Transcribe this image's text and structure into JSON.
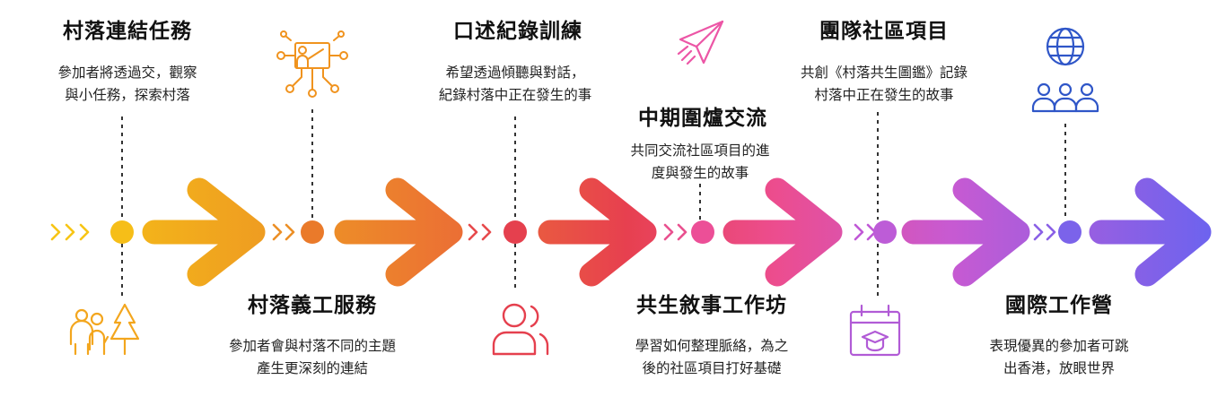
{
  "stages": [
    {
      "id": "s1",
      "title": "村落連結任務",
      "desc_lines": [
        "參加者將透過交，觀察",
        "與小任務，探索村落"
      ],
      "icon": "family-tree-icon",
      "color": "#F0B21C"
    },
    {
      "id": "s2",
      "title": "村落義工服務",
      "desc_lines": [
        "參加者會與村落不同的主題",
        "產生更深刻的連結"
      ],
      "icon": "teacher-network-icon",
      "color": "#EA7F28"
    },
    {
      "id": "s3",
      "title": "口述紀錄訓練",
      "desc_lines": [
        "希望透過傾聽與對話，",
        "紀錄村落中正在發生的事"
      ],
      "icon": "users-icon",
      "color": "#E5484F"
    },
    {
      "id": "s4",
      "title": "中期圍爐交流",
      "desc_lines": [
        "共同交流社區項目的進",
        "度與發生的故事"
      ],
      "icon": "",
      "color": "#EC4F97"
    },
    {
      "id": "s5",
      "title": "共生敘事工作坊",
      "desc_lines": [
        "學習如何整理脈絡，為之",
        "後的社區項目打好基礎"
      ],
      "icon": "paper-plane-icon",
      "color": "#E55AB2"
    },
    {
      "id": "s6",
      "title": "團隊社區項目",
      "desc_lines": [
        "共創《村落共生圖鑑》記錄",
        "村落中正在發生的故事"
      ],
      "icon": "calendar-graduation-icon",
      "color": "#B65DD8"
    },
    {
      "id": "s7",
      "title": "國際工作營",
      "desc_lines": [
        "表現優異的參加者可跳",
        "出香港，放眼世界"
      ],
      "icon": "globe-people-icon",
      "color": "#6F5FEA"
    }
  ]
}
